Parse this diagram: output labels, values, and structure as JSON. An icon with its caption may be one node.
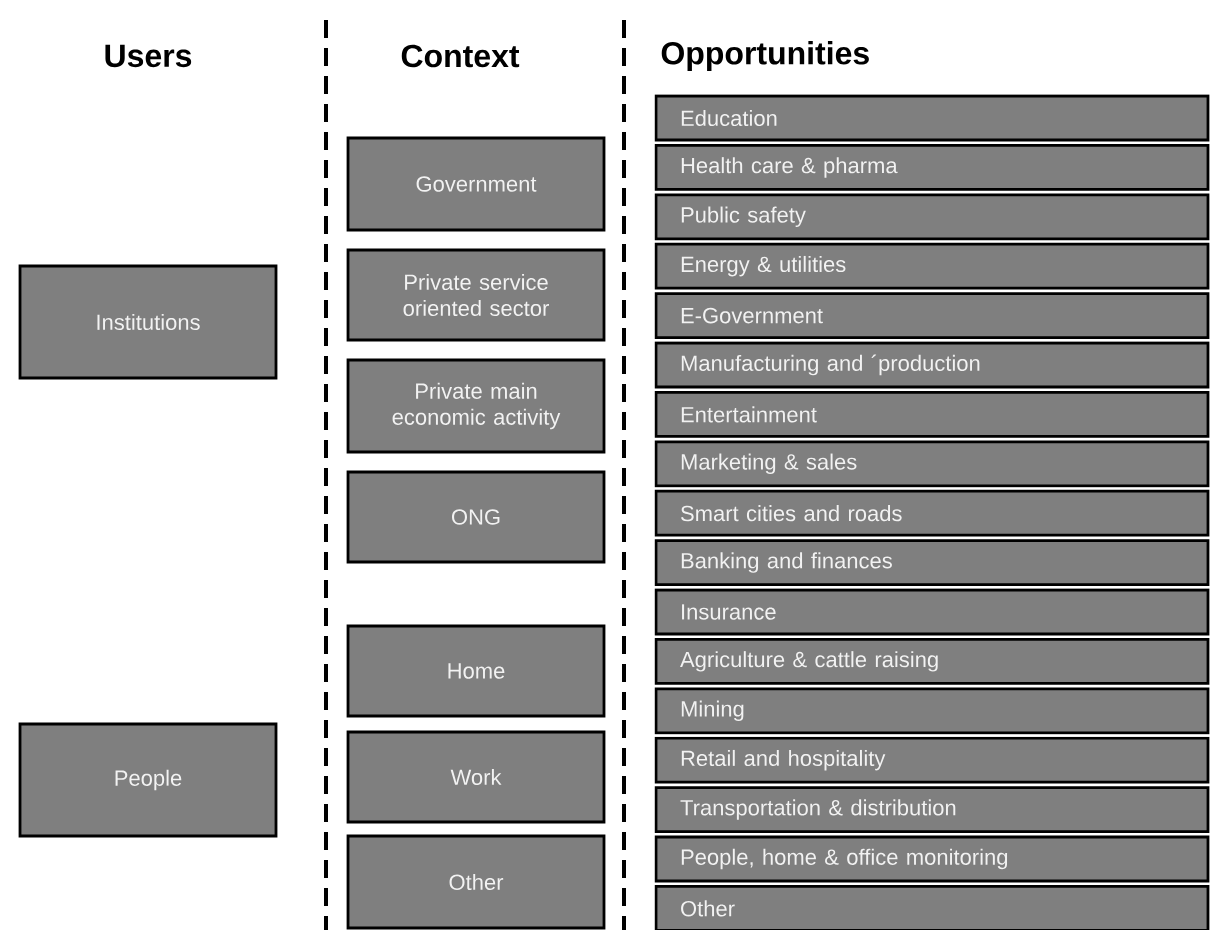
{
  "diagram": {
    "nodes": [
      {
        "text": [
          "Institutions"
        ]
      },
      {
        "text": [
          "People"
        ]
      },
      {
        "text": [
          "Government"
        ]
      },
      {
        "text": [
          "Private service oriented sector"
        ]
      },
      {
        "text": [
          "Private main economic activity"
        ]
      },
      {
        "text": [
          "ONG"
        ]
      },
      {
        "text": [
          "Home"
        ]
      },
      {
        "text": [
          "Work"
        ]
      },
      {
        "text": [
          "Other"
        ]
      },
      {
        "text": [
          "Education"
        ]
      },
      {
        "text": [
          "Health care & pharma"
        ]
      },
      {
        "text": [
          "Public safety"
        ]
      },
      {
        "text": [
          "Energy & utilities"
        ]
      },
      {
        "text": [
          "E-Government"
        ]
      },
      {
        "text": [
          "Manufacturing and ´production"
        ]
      },
      {
        "text": [
          "Entertainment"
        ]
      },
      {
        "text": [
          "Marketing & sales"
        ]
      },
      {
        "text": [
          "Smart cities and roads"
        ]
      },
      {
        "text": [
          "Banking and finances"
        ]
      },
      {
        "text": [
          "Insurance"
        ]
      },
      {
        "text": [
          "Agriculture & cattle raising"
        ]
      },
      {
        "text": [
          "Mining"
        ]
      },
      {
        "text": [
          "Retail and hospitality"
        ]
      },
      {
        "text": [
          "Transportation & distribution"
        ]
      },
      {
        "text": [
          "People, home & office monitoring"
        ]
      },
      {
        "text": [
          "Other"
        ]
      }
    ],
    "labels": [
      "Users",
      "Context",
      "Opportunities"
    ]
  }
}
